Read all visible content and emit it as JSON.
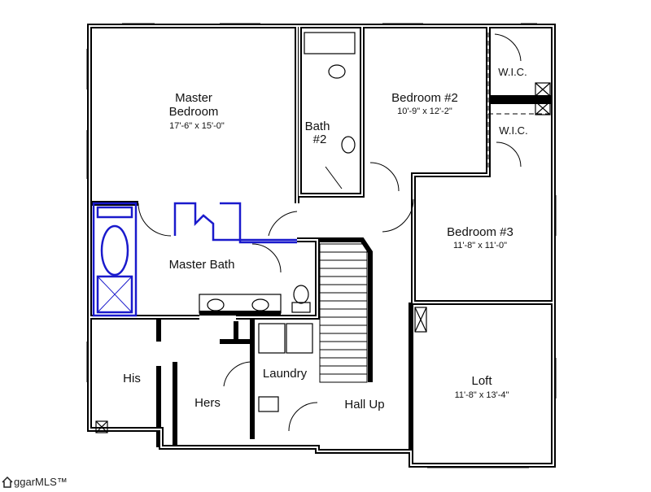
{
  "rooms": {
    "master_bedroom": {
      "name_line1": "Master",
      "name_line2": "Bedroom",
      "dims": "17'-6\" x 15'-0\""
    },
    "bath2": {
      "name_line1": "Bath",
      "name_line2": "#2"
    },
    "bedroom2": {
      "name": "Bedroom #2",
      "dims": "10'-9\" x 12'-2\""
    },
    "wic1": {
      "name": "W.I.C."
    },
    "wic2": {
      "name": "W.I.C."
    },
    "bedroom3": {
      "name": "Bedroom #3",
      "dims": "11'-8\" x 11'-0\""
    },
    "master_bath": {
      "name": "Master Bath"
    },
    "his": {
      "name": "His"
    },
    "hers": {
      "name": "Hers"
    },
    "laundry": {
      "name": "Laundry"
    },
    "hall_up": {
      "name": "Hall Up"
    },
    "loft": {
      "name": "Loft",
      "dims": "11'-8\" x 13'-4\""
    }
  },
  "colors": {
    "walls": "#000000",
    "highlight": "#1a1acc"
  },
  "watermark": {
    "text": "ggarMLS™"
  }
}
